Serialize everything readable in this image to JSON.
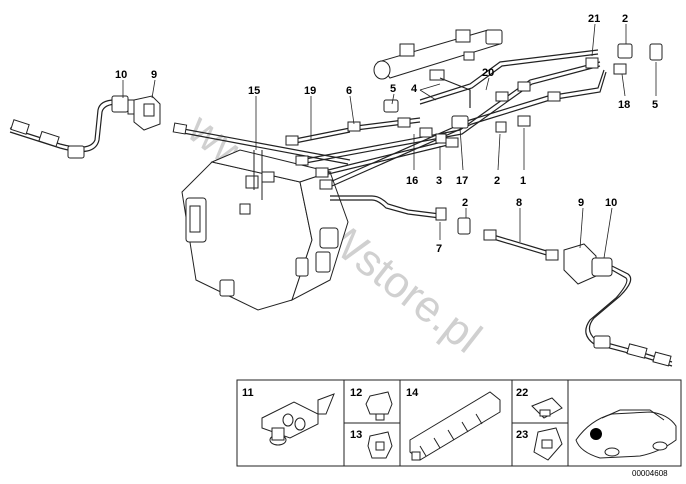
{
  "callouts": {
    "c1": "1",
    "c2a": "2",
    "c2b": "2",
    "c2c": "2",
    "c3": "3",
    "c4": "4",
    "c5a": "5",
    "c5b": "5",
    "c6": "6",
    "c7": "7",
    "c8": "8",
    "c9a": "9",
    "c9b": "9",
    "c10a": "10",
    "c10b": "10",
    "c15": "15",
    "c16": "16",
    "c17": "17",
    "c18": "18",
    "c19": "19",
    "c20": "20",
    "c21": "21"
  },
  "detail_boxes": {
    "b11": "11",
    "b12": "12",
    "b13": "13",
    "b14": "14",
    "b22": "22",
    "b23": "23"
  },
  "watermark": "www.BMWstore.pl",
  "doc_number": "00004608"
}
